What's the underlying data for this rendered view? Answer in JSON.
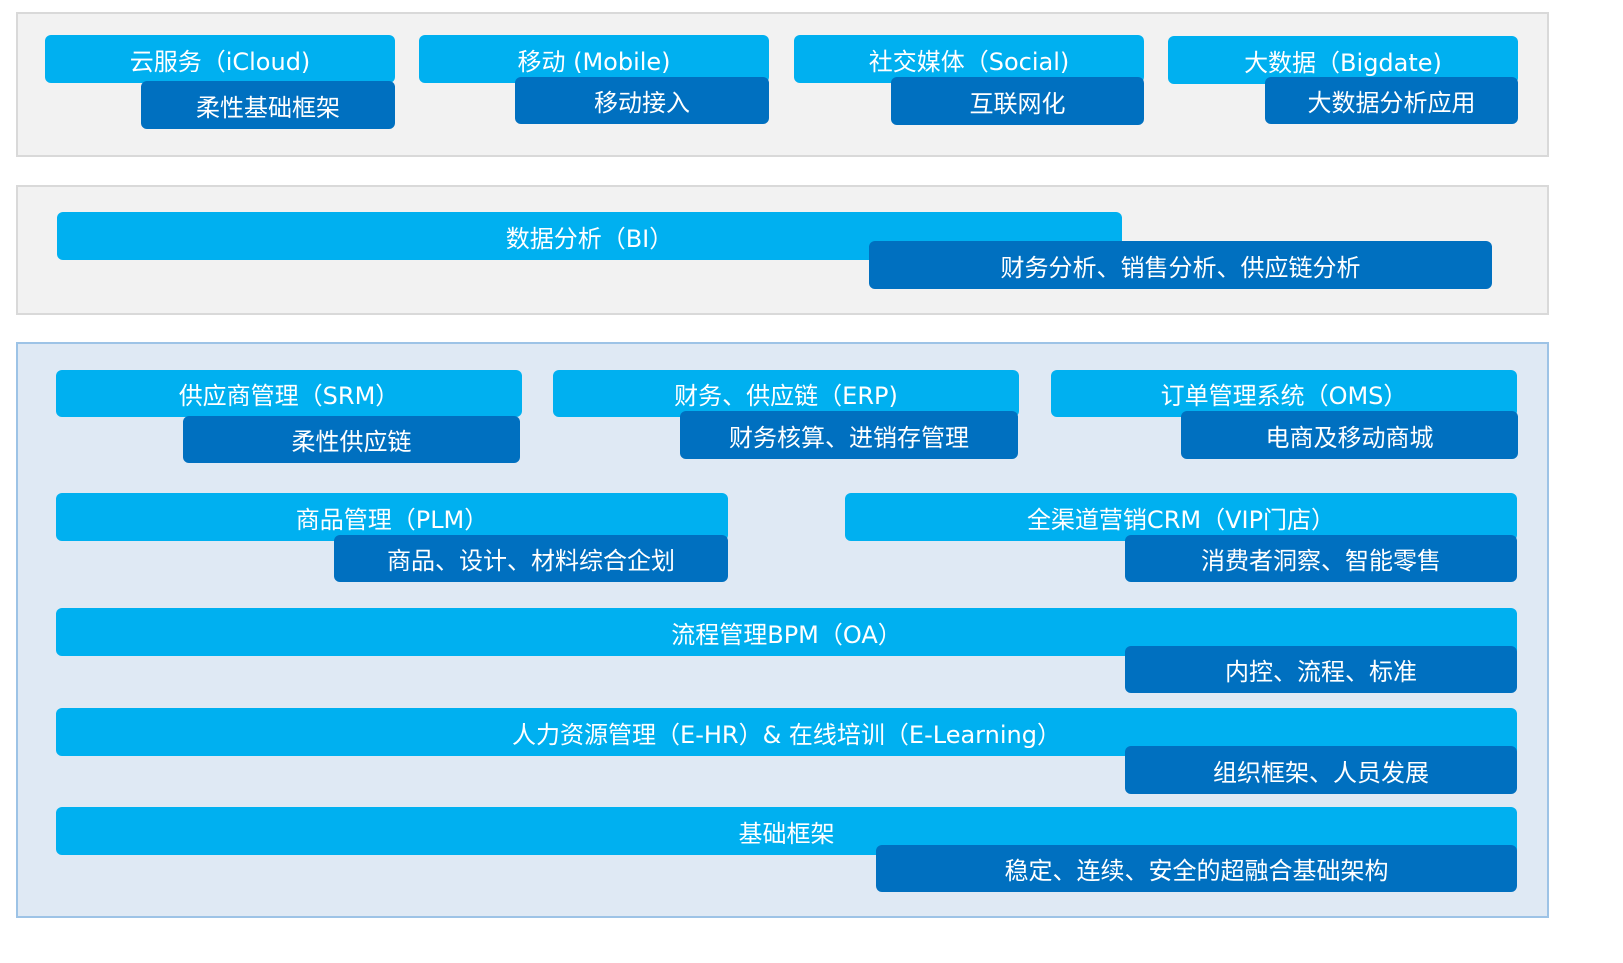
{
  "colors": {
    "light_bar": "#00b0f0",
    "dark_bar": "#0070c0",
    "gray_panel": "#f2f2f2",
    "blue_panel": "#dfe9f4"
  },
  "top": {
    "cloud": {
      "title": "云服务（iCloud)",
      "sub": "柔性基础框架"
    },
    "mobile": {
      "title": "移动 (Mobile)",
      "sub": "移动接入"
    },
    "social": {
      "title": "社交媒体（Social)",
      "sub": "互联网化"
    },
    "bigdata": {
      "title": "大数据（Bigdate)",
      "sub": "大数据分析应用"
    }
  },
  "bi": {
    "title": "数据分析（BI）",
    "sub": "财务分析、销售分析、供应链分析"
  },
  "apps": {
    "srm": {
      "title": "供应商管理（SRM）",
      "sub": "柔性供应链"
    },
    "erp": {
      "title": "财务、供应链（ERP)",
      "sub": "财务核算、进销存管理"
    },
    "oms": {
      "title": "订单管理系统（OMS）",
      "sub": "电商及移动商城"
    },
    "plm": {
      "title": "商品管理（PLM）",
      "sub": "商品、设计、材料综合企划"
    },
    "crm": {
      "title": "全渠道营销CRM（VIP门店）",
      "sub": "消费者洞察、智能零售"
    },
    "bpm": {
      "title": "流程管理BPM（OA）",
      "sub": "内控、流程、标准"
    },
    "hr": {
      "title": "人力资源管理（E-HR）& 在线培训（E-Learning）",
      "sub": "组织框架、人员发展"
    },
    "infra": {
      "title": "基础框架",
      "sub": "稳定、连续、安全的超融合基础架构"
    }
  }
}
